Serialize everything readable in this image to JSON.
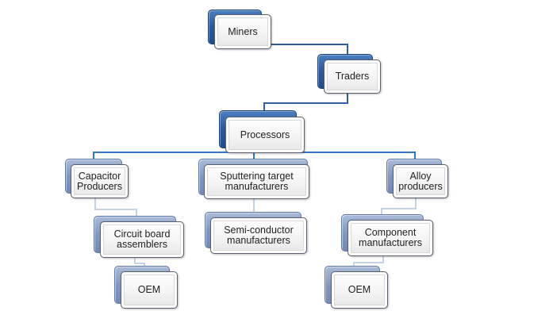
{
  "diagram": {
    "type": "hierarchy",
    "colors": {
      "top_level_accent": "#2a5a9c",
      "lower_level_accent": "#8199c2",
      "primary_connector": "#2f5f9e",
      "secondary_connector": "#c6d3e6",
      "node_border": "#5a6070"
    },
    "nodes": {
      "miners": {
        "label": "Miners"
      },
      "traders": {
        "label": "Traders"
      },
      "processors": {
        "label": "Processors"
      },
      "capacitor": {
        "label": "Capacitor\nProducers"
      },
      "sputtering": {
        "label": "Sputtering target\nmanufacturers"
      },
      "alloy": {
        "label": "Alloy\nproducers"
      },
      "circuit": {
        "label": "Circuit board\nassemblers"
      },
      "semiconductor": {
        "label": "Semi-conductor\nmanufacturers"
      },
      "component": {
        "label": "Component\nmanufacturers"
      },
      "oem_left": {
        "label": "OEM"
      },
      "oem_right": {
        "label": "OEM"
      }
    },
    "edges": [
      {
        "from": "miners",
        "to": "traders"
      },
      {
        "from": "traders",
        "to": "processors"
      },
      {
        "from": "processors",
        "to": "capacitor"
      },
      {
        "from": "processors",
        "to": "sputtering"
      },
      {
        "from": "processors",
        "to": "alloy"
      },
      {
        "from": "capacitor",
        "to": "circuit"
      },
      {
        "from": "circuit",
        "to": "oem_left"
      },
      {
        "from": "sputtering",
        "to": "semiconductor"
      },
      {
        "from": "alloy",
        "to": "component"
      },
      {
        "from": "component",
        "to": "oem_right"
      }
    ]
  }
}
